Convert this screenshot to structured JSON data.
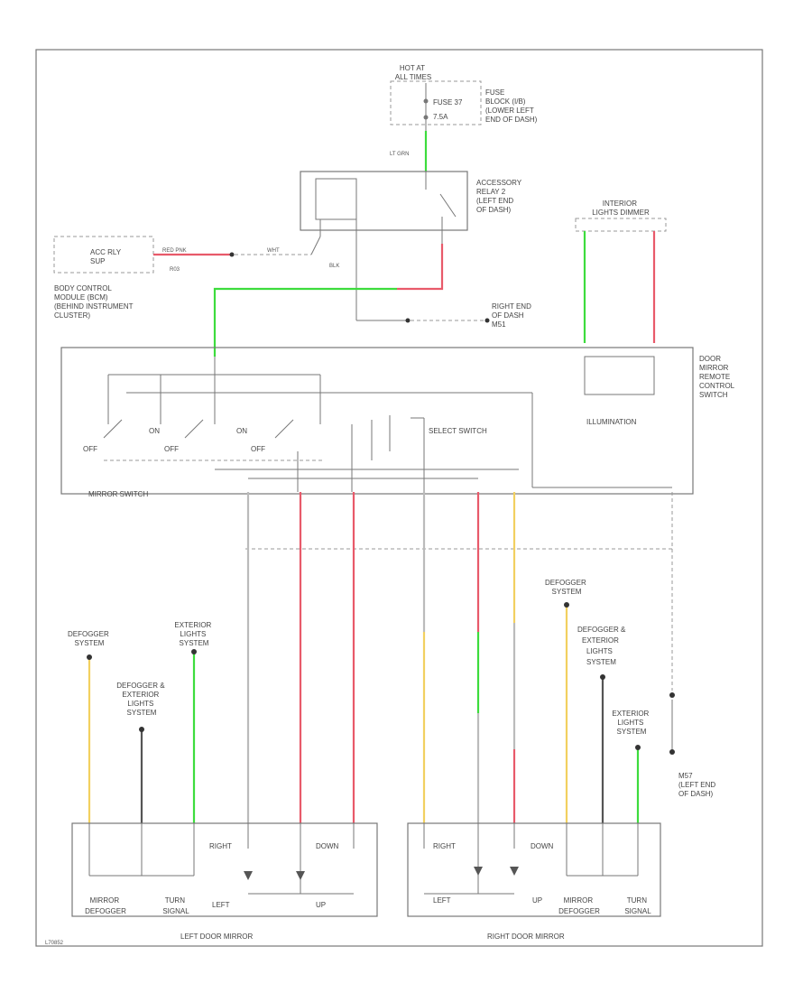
{
  "colors": {
    "green": "#3ddc3d",
    "red": "#e85a6a",
    "yellow": "#f2d060",
    "wire_gray": "#bbbbbb",
    "line": "#777777"
  },
  "labels": {
    "hot_at_all_times": [
      "HOT AT",
      "ALL TIMES"
    ],
    "fuse": [
      "FUSE 37",
      "7.5A"
    ],
    "fuse_block": [
      "FUSE",
      "BLOCK (I/B)",
      "(LOWER LEFT",
      "END OF DASH)"
    ],
    "accessory_relay": [
      "ACCESSORY",
      "RELAY 2",
      "(LEFT END",
      "OF DASH)"
    ],
    "acc_rly_sup": [
      "ACC RLY",
      "SUP"
    ],
    "bcm": [
      "BODY CONTROL",
      "MODULE (BCM)",
      "(BEHIND INSTRUMENT",
      "CLUSTER)"
    ],
    "right_end_of_dash": [
      "RIGHT END",
      "OF DASH",
      "M51"
    ],
    "interior_lights_dimmer": [
      "INTERIOR",
      "LIGHTS DIMMER"
    ],
    "door_mirror_remote": [
      "DOOR",
      "MIRROR",
      "REMOTE",
      "CONTROL",
      "SWITCH"
    ],
    "illumination": "ILLUMINATION",
    "select_switch": "SELECT SWITCH",
    "mirror_switch": "MIRROR SWITCH",
    "off": "OFF",
    "on": "ON",
    "defogger_system": [
      "DEFOGGER",
      "SYSTEM"
    ],
    "defogger_ext": [
      "DEFOGGER &",
      "EXTERIOR",
      "LIGHTS",
      "SYSTEM"
    ],
    "ext_lights": [
      "EXTERIOR",
      "LIGHTS",
      "SYSTEM"
    ],
    "m57": [
      "M57",
      "(LEFT END",
      "OF DASH)"
    ],
    "mirror_defogger": [
      "MIRROR",
      "DEFOGGER"
    ],
    "turn_signal": [
      "TURN",
      "SIGNAL"
    ],
    "right": "RIGHT",
    "left": "LEFT",
    "down": "DOWN",
    "up": "UP",
    "left_door_mirror": "LEFT DOOR MIRROR",
    "right_door_mirror": "RIGHT DOOR MIRROR",
    "figure_id": "L70852",
    "lt_grn": "LT GRN",
    "blk": "BLK",
    "whe": "WHT",
    "red_pnk": "RED    PNK",
    "rbd": "R03"
  }
}
